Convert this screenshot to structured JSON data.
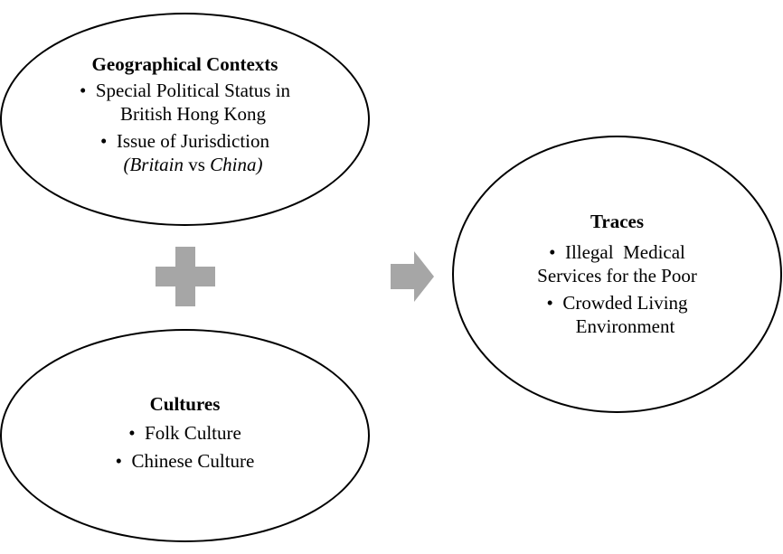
{
  "geographical": {
    "title": "Geographical Contexts",
    "item1_line1": "Special Political Status in",
    "item1_line2": "British Hong Kong",
    "item2_line1": "Issue of Jurisdiction",
    "item2_britain": "Britain",
    "item2_vs": " vs ",
    "item2_china": "China",
    "paren_open": "(",
    "paren_close": ")"
  },
  "cultures": {
    "title": "Cultures",
    "item1": "Folk Culture",
    "item2": "Chinese Culture"
  },
  "traces": {
    "title": "Traces",
    "item1_line1": "Illegal  Medical",
    "item1_line2": "Services for the Poor",
    "item2_line1": "Crowded Living",
    "item2_line2": "Environment"
  },
  "bullet": "•",
  "colors": {
    "shape_fill": "#a6a6a6",
    "outline": "#000000"
  },
  "icons": {
    "plus": "plus-icon",
    "arrow": "arrow-right-icon"
  }
}
